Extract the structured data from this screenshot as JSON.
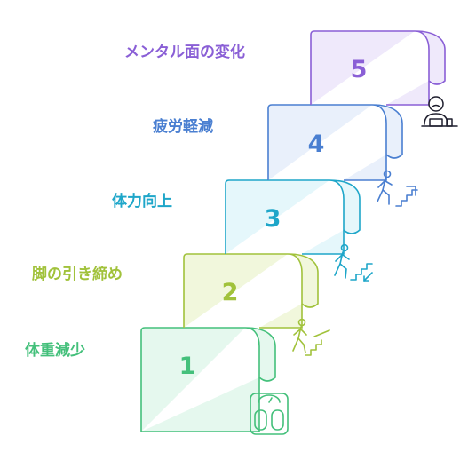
{
  "steps": [
    {
      "number": "1",
      "label": "体重減少",
      "color": "#44c07b",
      "fill": "#e5f8ee",
      "icon": "bathroom-scale-icon"
    },
    {
      "number": "2",
      "label": "脚の引き締め",
      "color": "#a1c23b",
      "fill": "#f1f7dc",
      "icon": "walking-up-stairs-icon"
    },
    {
      "number": "3",
      "label": "体力向上",
      "color": "#1ea6c9",
      "fill": "#e5f7fb",
      "icon": "running-down-stairs-icon"
    },
    {
      "number": "4",
      "label": "疲労軽減",
      "color": "#4a7fd1",
      "fill": "#e9f0fb",
      "icon": "climbing-stairs-icon"
    },
    {
      "number": "5",
      "label": "メンタル面の変化",
      "color": "#8a5fd6",
      "fill": "#efe9fb",
      "icon": "person-at-desk-icon"
    }
  ]
}
